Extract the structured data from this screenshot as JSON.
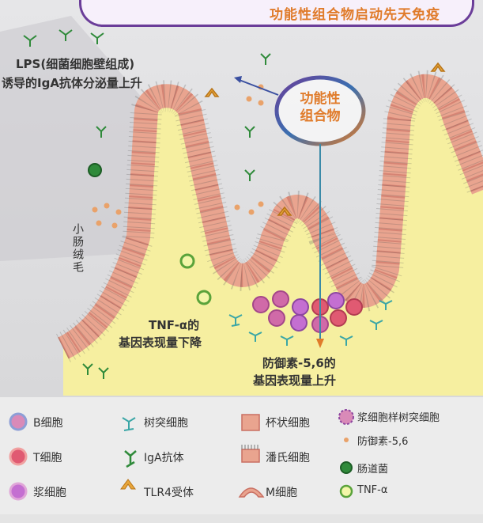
{
  "title": "功能性组合物启动先天免疫",
  "center_label": [
    "功能性",
    "组合物"
  ],
  "labels": {
    "lps_line1": "LPS(细菌细胞壁组成)",
    "lps_line2": "诱导的IgA抗体分泌量上升",
    "villi": "小肠绒毛",
    "tnf_line1": "TNF-α的",
    "tnf_line2": "基因表现量下降",
    "def_line1": "防御素-5,6的",
    "def_line2": "基因表现量上升"
  },
  "legend": [
    {
      "icon": "b-cell-icon",
      "label": "B细胞"
    },
    {
      "icon": "dendritic-cell-icon",
      "label": "树突细胞"
    },
    {
      "icon": "goblet-cell-icon",
      "label": "杯状细胞"
    },
    {
      "icon": "plasmacytoid-dendritic-cell-icon",
      "label": "浆细胞样树突细胞"
    },
    {
      "icon": "defensin-icon",
      "label": "防御素-5,6"
    },
    {
      "icon": "t-cell-icon",
      "label": "T细胞"
    },
    {
      "icon": "iga-antibody-icon",
      "label": "IgA抗体"
    },
    {
      "icon": "paneth-cell-icon",
      "label": "潘氏细胞"
    },
    {
      "icon": "gut-bacteria-icon",
      "label": "肠道菌"
    },
    {
      "icon": "plasma-cell-icon",
      "label": "浆细胞"
    },
    {
      "icon": "tlr4-receptor-icon",
      "label": "TLR4受体"
    },
    {
      "icon": "m-cell-icon",
      "label": "M细胞"
    },
    {
      "icon": "tnf-alpha-icon",
      "label": "TNF-α"
    }
  ],
  "colors": {
    "epithelium": "#e9a48f",
    "lamina": "#f6efa0",
    "lumen": "#dcdcdc",
    "accent_orange": "#e07b2a",
    "accent_purple": "#6b3d99"
  }
}
